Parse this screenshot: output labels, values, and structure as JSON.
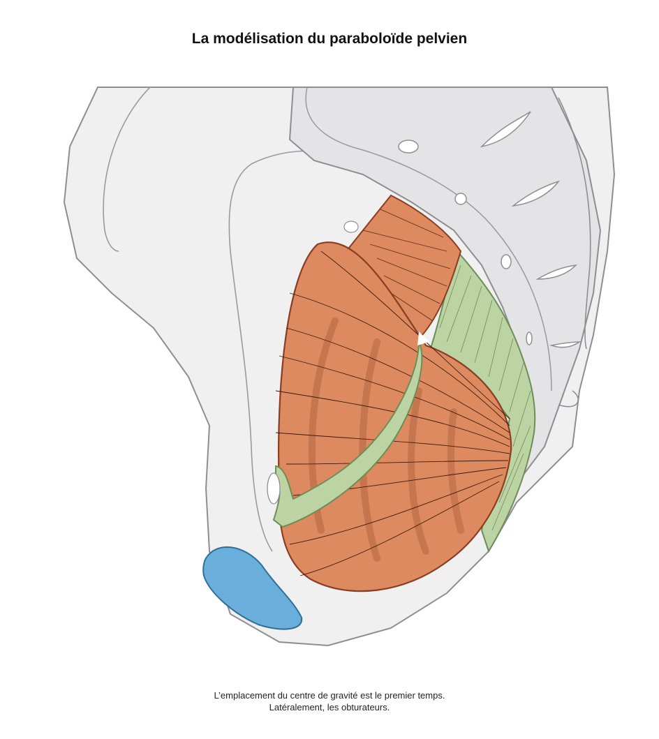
{
  "title": "La modélisation du paraboloïde pelvien",
  "caption": {
    "line1": "L’emplacement du centre de gravité est le premier temps.",
    "line2": "Latéralement, les obturateurs."
  },
  "colors": {
    "body": "#f0f0f1",
    "outline": "#8e8e92",
    "sacrum": "#e4e4e7",
    "muscle_orange": "#dd8a60",
    "muscle_orange_stroke": "#8a3d22",
    "muscle_green": "#bcd3a4",
    "muscle_green_stroke": "#6e8c55",
    "blue": "#6aaedb",
    "blue_stroke": "#2f6e96"
  }
}
